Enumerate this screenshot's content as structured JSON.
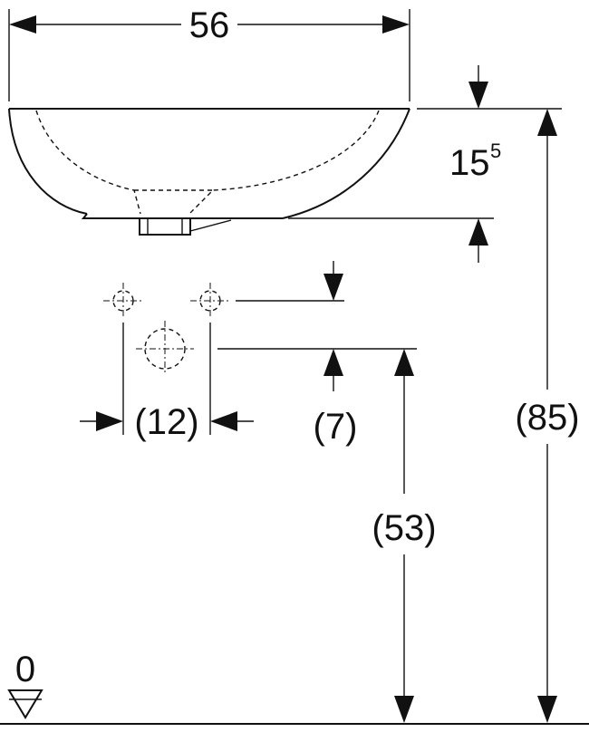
{
  "dimensions": {
    "width": "56",
    "basin_height_main": "15",
    "basin_height_sup": "5",
    "tap_spacing": "(12)",
    "tap_offset": "(7)",
    "drain_height": "(53)",
    "total_height": "(85)",
    "floor_level": "0"
  },
  "colors": {
    "line": "#111111",
    "background": "#ffffff"
  }
}
